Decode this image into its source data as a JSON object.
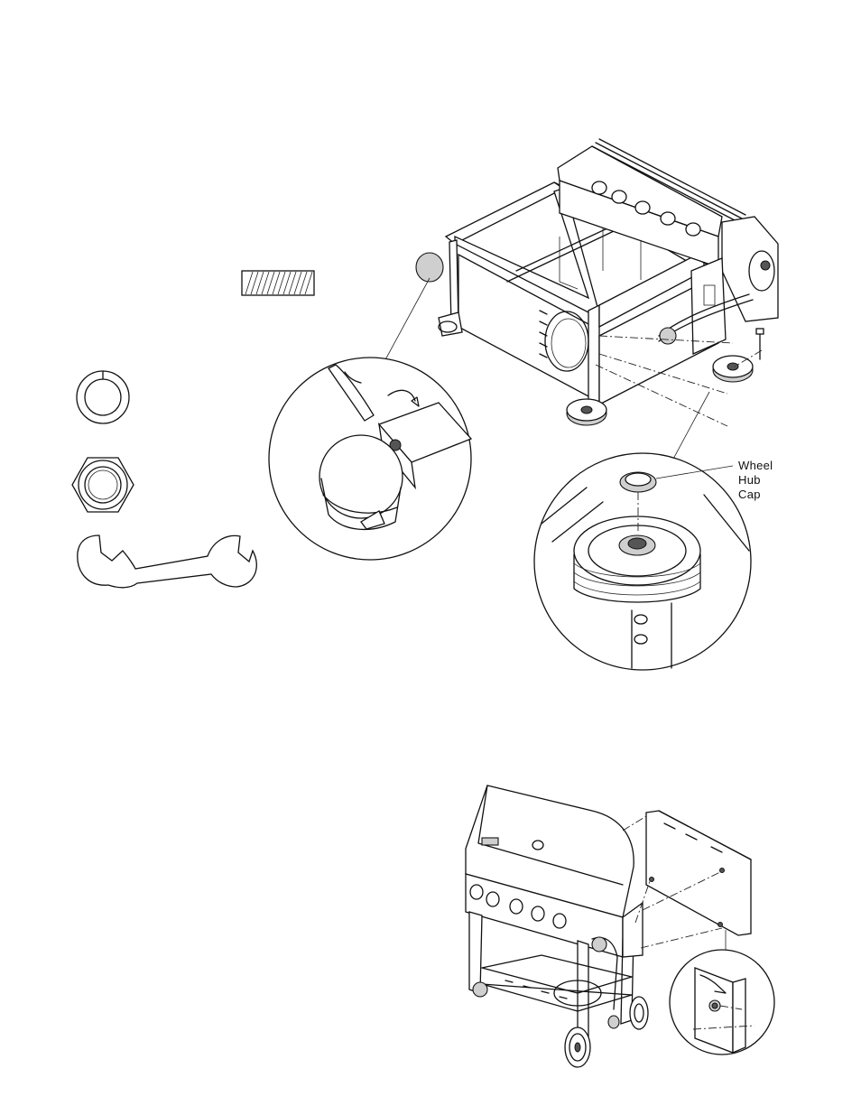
{
  "figure_1": {
    "callout_label_lines": [
      "Wheel",
      "Hub",
      "Cap"
    ]
  },
  "icons": {
    "bolt": "threaded-bolt-icon",
    "washer": "lock-washer-icon",
    "nut": "hex-nut-icon",
    "wrench": "open-end-wrench-icon"
  },
  "colors": {
    "line": "#111111",
    "background": "#ffffff"
  }
}
